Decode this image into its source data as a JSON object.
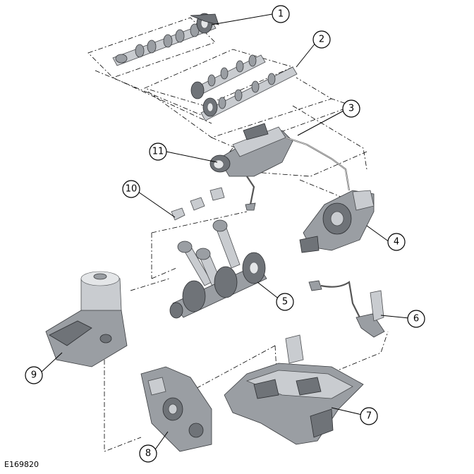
{
  "reference_code": "E169820",
  "callouts": [
    "1",
    "2",
    "3",
    "4",
    "5",
    "6",
    "7",
    "8",
    "9",
    "10",
    "11"
  ],
  "parts": [
    "exhaust-camshaft-icon",
    "intake-camshaft-icon",
    "turbocharger-icon",
    "high-pressure-fuel-pump-icon",
    "crankshaft-icon",
    "sensor-icon",
    "oil-pan-icon",
    "oil-pump-icon",
    "oil-filter-housing-icon",
    "bearing-cap-icon",
    "turbo-housing-icon"
  ]
}
